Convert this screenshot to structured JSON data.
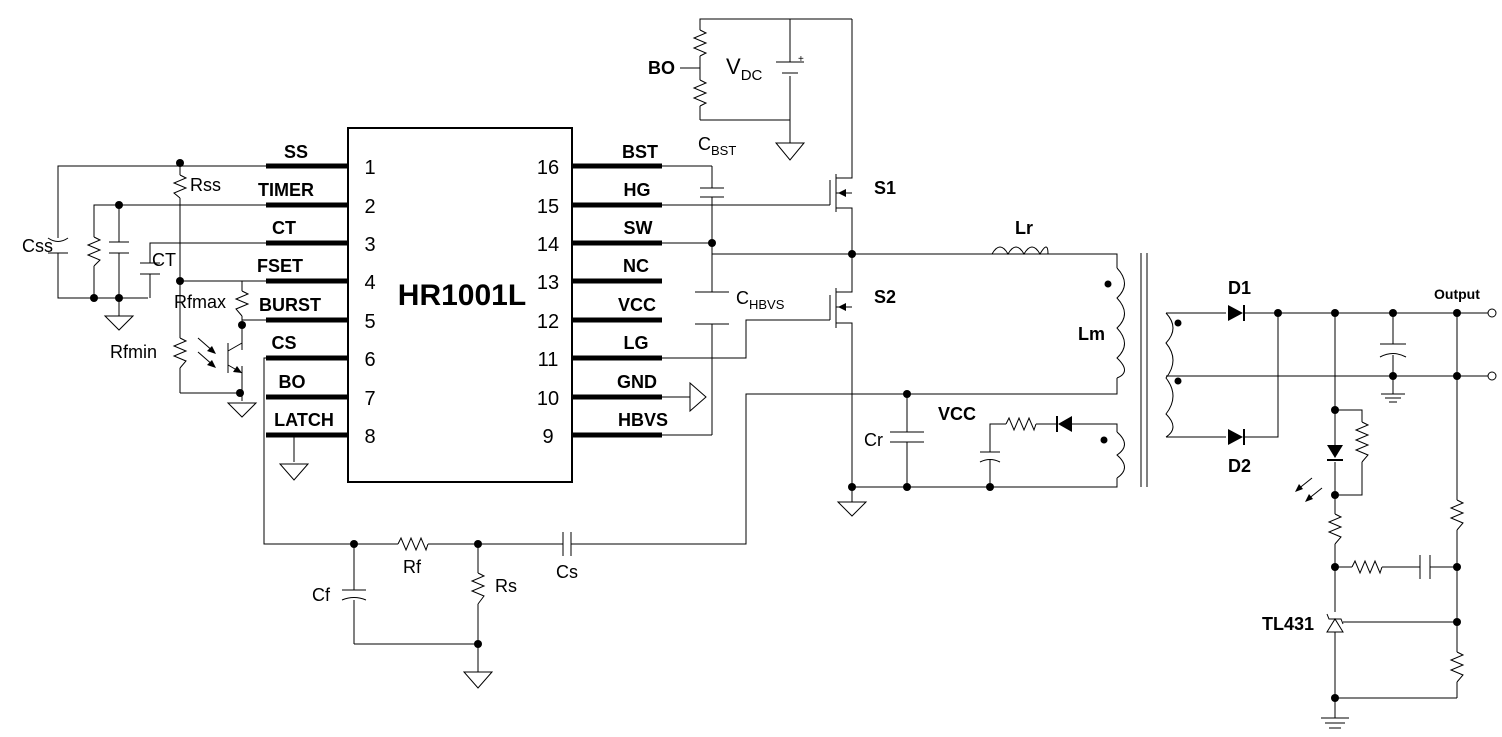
{
  "ic": {
    "name": "HR1001L",
    "left_pins": [
      {
        "num": "1",
        "name": "SS"
      },
      {
        "num": "2",
        "name": "TIMER"
      },
      {
        "num": "3",
        "name": "CT"
      },
      {
        "num": "4",
        "name": "FSET"
      },
      {
        "num": "5",
        "name": "BURST"
      },
      {
        "num": "6",
        "name": "CS"
      },
      {
        "num": "7",
        "name": "BO"
      },
      {
        "num": "8",
        "name": "LATCH"
      }
    ],
    "right_pins": [
      {
        "num": "16",
        "name": "BST"
      },
      {
        "num": "15",
        "name": "HG"
      },
      {
        "num": "14",
        "name": "SW"
      },
      {
        "num": "13",
        "name": "NC"
      },
      {
        "num": "12",
        "name": "VCC"
      },
      {
        "num": "11",
        "name": "LG"
      },
      {
        "num": "10",
        "name": "GND"
      },
      {
        "num": "9",
        "name": "HBVS"
      }
    ]
  },
  "labels": {
    "css": "Css",
    "rss": "Rss",
    "ct": "CT",
    "rfmax": "Rfmax",
    "rfmin": "Rfmin",
    "bo": "BO",
    "vdc_main": "V",
    "vdc_sub": "DC",
    "cbst_main": "C",
    "cbst_sub": "BST",
    "chbvs_main": "C",
    "chbvs_sub": "HBVS",
    "s1": "S1",
    "s2": "S2",
    "lr": "Lr",
    "lm": "Lm",
    "cr": "Cr",
    "vcc": "VCC",
    "d1": "D1",
    "d2": "D2",
    "output": "Output",
    "tl431": "TL431",
    "rf": "Rf",
    "rs": "Rs",
    "cs": "Cs",
    "cf": "Cf"
  }
}
